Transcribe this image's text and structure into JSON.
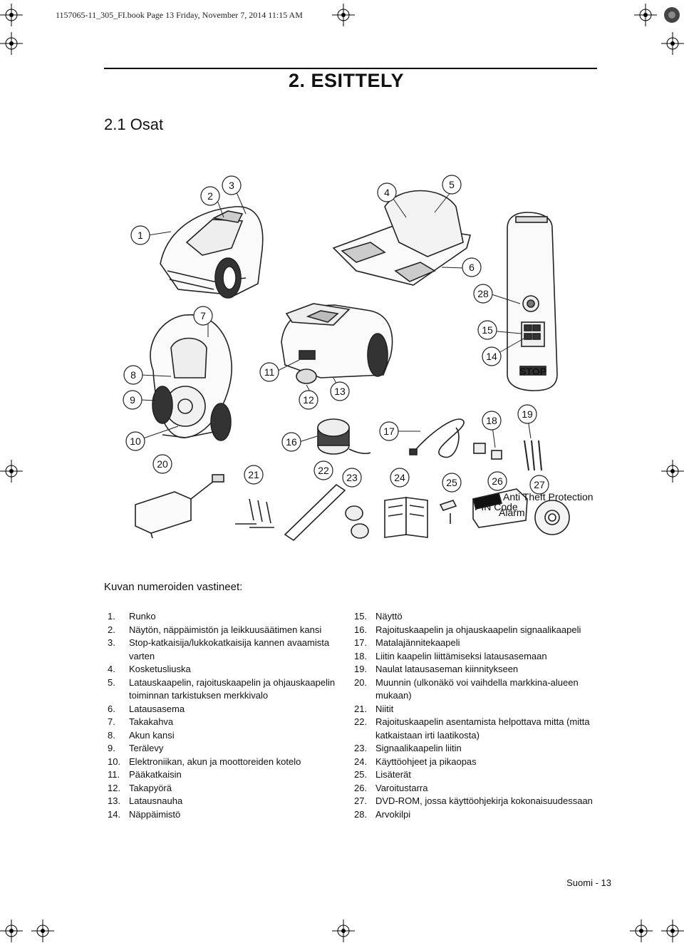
{
  "header": {
    "slug": "1157065-11_305_FI.book  Page 13  Friday, November 7, 2014  11:15 AM",
    "chapter_title": "2. ESITTELY",
    "section_title": "2.1 Osat"
  },
  "figure": {
    "callouts": [
      "1",
      "2",
      "3",
      "4",
      "5",
      "6",
      "7",
      "8",
      "9",
      "10",
      "11",
      "12",
      "13",
      "14",
      "15",
      "16",
      "17",
      "18",
      "19",
      "20",
      "21",
      "22",
      "23",
      "24",
      "25",
      "26",
      "27",
      "28"
    ],
    "stop_label": "STOP",
    "sticker_code": "PIN Code",
    "sticker_protect": "Anti Theft Protection",
    "sticker_alarm": "Alarm"
  },
  "caption": "Kuvan numeroiden vastineet:",
  "parts_left": [
    {
      "num": "1.",
      "text": "Runko"
    },
    {
      "num": "2.",
      "text": "Näytön, näppäimistön ja leikkuusäätimen kansi"
    },
    {
      "num": "3.",
      "text": "Stop-katkaisija/lukkokatkaisija kannen avaamista varten"
    },
    {
      "num": "4.",
      "text": "Kosketusliuska"
    },
    {
      "num": "5.",
      "text": "Latauskaapelin, rajoituskaapelin ja ohjauskaapelin toiminnan tarkistuksen merkkivalo"
    },
    {
      "num": "6.",
      "text": "Latausasema"
    },
    {
      "num": "7.",
      "text": "Takakahva"
    },
    {
      "num": "8.",
      "text": "Akun kansi"
    },
    {
      "num": "9.",
      "text": "Terälevy"
    },
    {
      "num": "10.",
      "text": "Elektroniikan, akun ja moottoreiden kotelo"
    },
    {
      "num": "11.",
      "text": "Pääkatkaisin"
    },
    {
      "num": "12.",
      "text": "Takapyörä"
    },
    {
      "num": "13.",
      "text": "Latausnauha"
    },
    {
      "num": "14.",
      "text": "Näppäimistö"
    }
  ],
  "parts_right": [
    {
      "num": "15.",
      "text": "Näyttö"
    },
    {
      "num": "16.",
      "text": "Rajoituskaapelin ja ohjauskaapelin signaalikaapeli"
    },
    {
      "num": "17.",
      "text": "Matalajännitekaapeli"
    },
    {
      "num": "18.",
      "text": "Liitin kaapelin liittämiseksi latausasemaan"
    },
    {
      "num": "19.",
      "text": "Naulat latausaseman kiinnitykseen"
    },
    {
      "num": "20.",
      "text": "Muunnin (ulkonäkö voi vaihdella markkina-alueen mukaan)"
    },
    {
      "num": "21.",
      "text": "Niitit"
    },
    {
      "num": "22.",
      "text": "Rajoituskaapelin asentamista helpottava mitta (mitta katkaistaan irti laatikosta)"
    },
    {
      "num": "23.",
      "text": "Signaalikaapelin liitin"
    },
    {
      "num": "24.",
      "text": "Käyttöohjeet ja pikaopas"
    },
    {
      "num": "25.",
      "text": "Lisäterät"
    },
    {
      "num": "26.",
      "text": "Varoitustarra"
    },
    {
      "num": "27.",
      "text": "DVD-ROM, jossa käyttöohjekirja kokonaisuudessaan"
    },
    {
      "num": "28.",
      "text": "Arvokilpi"
    }
  ],
  "footer": {
    "page_label": "Suomi - 13"
  }
}
